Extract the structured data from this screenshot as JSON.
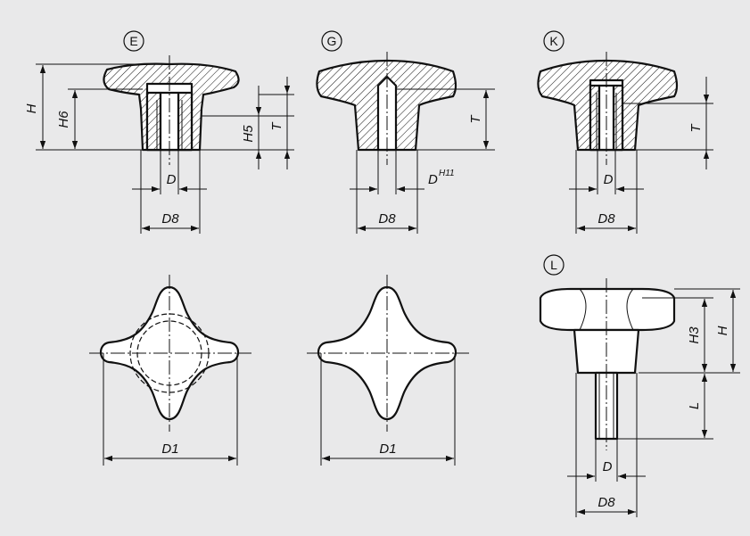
{
  "views": {
    "e": {
      "badge": "E",
      "h": "H",
      "h6": "H6",
      "h5": "H5",
      "t": "T",
      "d": "D",
      "d8": "D8"
    },
    "g": {
      "badge": "G",
      "t": "T",
      "d": "D",
      "d_sup": "H11",
      "d8": "D8"
    },
    "k": {
      "badge": "K",
      "t": "T",
      "d": "D",
      "d8": "D8"
    },
    "l": {
      "badge": "L",
      "h": "H",
      "h3": "H3",
      "l": "L",
      "d": "D",
      "d8": "D8"
    },
    "top1": {
      "d1": "D1"
    },
    "top2": {
      "d1": "D1"
    }
  }
}
